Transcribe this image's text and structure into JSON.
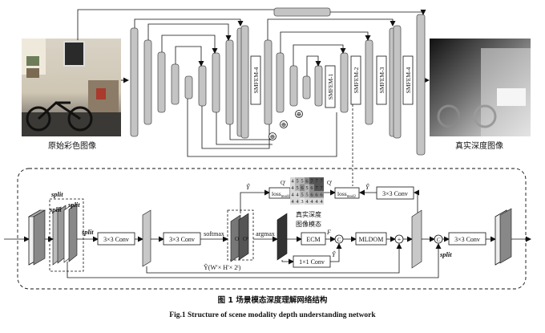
{
  "top": {
    "left_image_label": "原始彩色图像",
    "right_image_label": "真实深度图像",
    "smfem_labels": [
      "SMFEM-4",
      "SMFEM-1",
      "SMFEM-2",
      "SMFEM-3",
      "SMFEM-4"
    ]
  },
  "bottom": {
    "split_labels": [
      "split",
      "split",
      "split",
      "split",
      "split"
    ],
    "conv3": "3×3 Conv",
    "conv1": "1×1 Conv",
    "softmax": "softmax",
    "argmax": "argmax",
    "loss1": "loss",
    "loss1_sub": "modl",
    "loss2": "loss",
    "loss2_sub": "mod2",
    "ecm": "ECM",
    "mldom": "MLDOM",
    "concat": "C",
    "plus": "+",
    "y_hat": "Ŷ",
    "y_hat_dims": "Ŷ(W′× H′× 2ˡ)",
    "q_prime": "Q′",
    "y_star": "Ŷ",
    "f_label": "F",
    "grid_title_line1": "真实深度",
    "grid_title_line2": "图像模态",
    "grid_values": [
      [
        "4",
        "5",
        "5",
        "6",
        "7",
        "7",
        "7"
      ],
      [
        "4",
        "5",
        "6",
        "5",
        "6",
        "7",
        "7"
      ],
      [
        "4",
        "4",
        "5",
        "5",
        "6",
        "6",
        "6"
      ],
      [
        "4",
        "4",
        "3",
        "4",
        "4",
        "4",
        "4"
      ]
    ],
    "feature_labels": [
      "O",
      "O¹"
    ]
  },
  "caption": {
    "zh": "图 1   场景模态深度理解网络结构",
    "en": "Fig.1    Structure of scene modality depth understanding network"
  }
}
